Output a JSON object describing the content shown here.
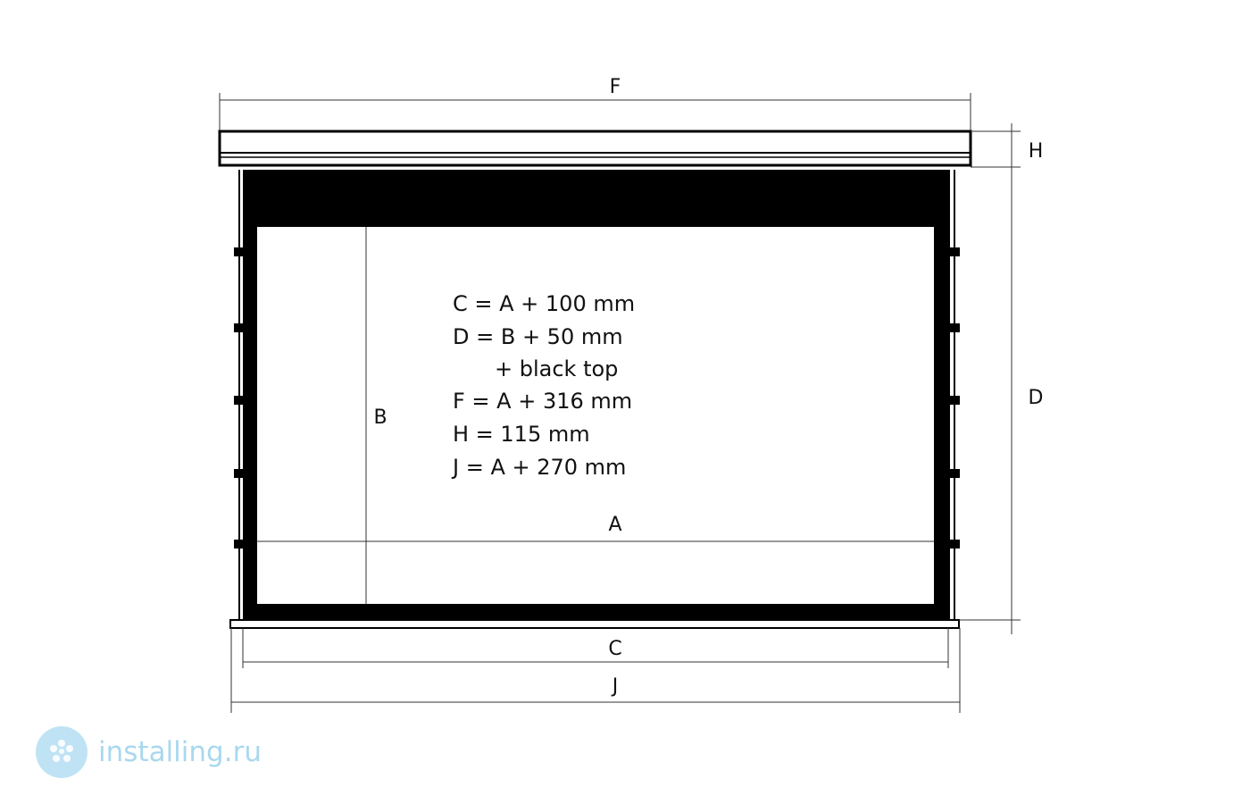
{
  "dimensions": {
    "F": "F",
    "H": "H",
    "D": "D",
    "B": "B",
    "A": "A",
    "C": "C",
    "J": "J"
  },
  "formulas": [
    "C = A + 100 mm",
    "D = B + 50 mm",
    "+ black top",
    "F = A + 316 mm",
    "H = 115 mm",
    "J = A + 270 mm"
  ],
  "watermark": {
    "text": "installing.ru",
    "icon": "sakura-logo-icon"
  },
  "colors": {
    "frame": "#000000",
    "screen": "#ffffff",
    "dimension_line": "#333333",
    "watermark": "#a9d8ee"
  }
}
